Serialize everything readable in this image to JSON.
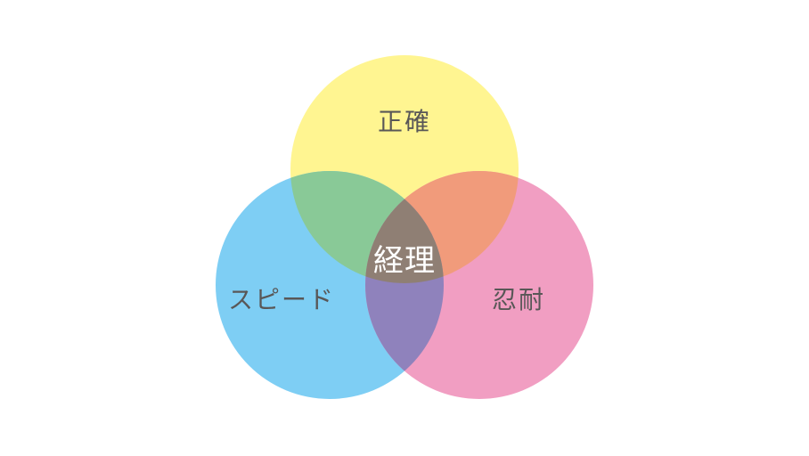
{
  "diagram": {
    "type": "venn",
    "sets": [
      {
        "id": "top",
        "label": "正確",
        "color": "#FFF591"
      },
      {
        "id": "left",
        "label": "スピード",
        "color": "#7ECEF4"
      },
      {
        "id": "right",
        "label": "忍耐",
        "color": "#F19EC2"
      }
    ],
    "overlaps": {
      "top_left": "#89C997",
      "top_right": "#F19B7B",
      "left_right": "#8F82BC",
      "center": "#8F7F74"
    },
    "center_label": "経理"
  }
}
